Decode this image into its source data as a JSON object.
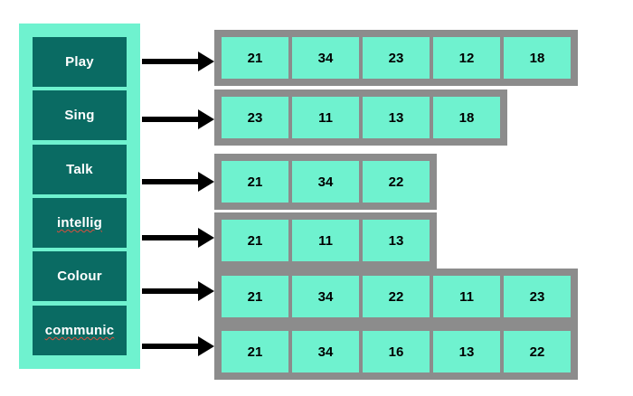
{
  "diagram": {
    "title": "Activity to value-array mapping diagram",
    "background_color": "#ffffff",
    "colors": {
      "sidebar_container": "#6ff2cf",
      "sidebar_box": "#0a6b63",
      "sidebar_label_text": "#ffffff",
      "array_border": "#8c8c8c",
      "array_cell": "#6ff2cf",
      "array_cell_text": "#000000",
      "arrow": "#000000",
      "spellcheck_underline": "#d94f3d"
    }
  },
  "sidebar": {
    "items": [
      {
        "label": "Play",
        "misspelled": false
      },
      {
        "label": "Sing",
        "misspelled": false
      },
      {
        "label": "Talk",
        "misspelled": false
      },
      {
        "label": "intellig",
        "misspelled": true
      },
      {
        "label": "Colour",
        "misspelled": false
      },
      {
        "label": "communic",
        "misspelled": true
      }
    ]
  },
  "arrows": [
    {
      "name": "arrow-play"
    },
    {
      "name": "arrow-sing"
    },
    {
      "name": "arrow-talk"
    },
    {
      "name": "arrow-intellig"
    },
    {
      "name": "arrow-colour"
    },
    {
      "name": "arrow-communic"
    }
  ],
  "rows": [
    {
      "source": "Play",
      "values": [
        "21",
        "34",
        "23",
        "12",
        "18"
      ]
    },
    {
      "source": "Sing",
      "values": [
        "23",
        "11",
        "13",
        "18"
      ]
    },
    {
      "source": "Talk",
      "values": [
        "21",
        "34",
        "22"
      ]
    },
    {
      "source": "intellig",
      "values": [
        "21",
        "11",
        "13"
      ]
    },
    {
      "source": "Colour",
      "values": [
        "21",
        "34",
        "22",
        "11",
        "23"
      ]
    },
    {
      "source": "communic",
      "values": [
        "21",
        "34",
        "16",
        "13",
        "22"
      ]
    }
  ]
}
